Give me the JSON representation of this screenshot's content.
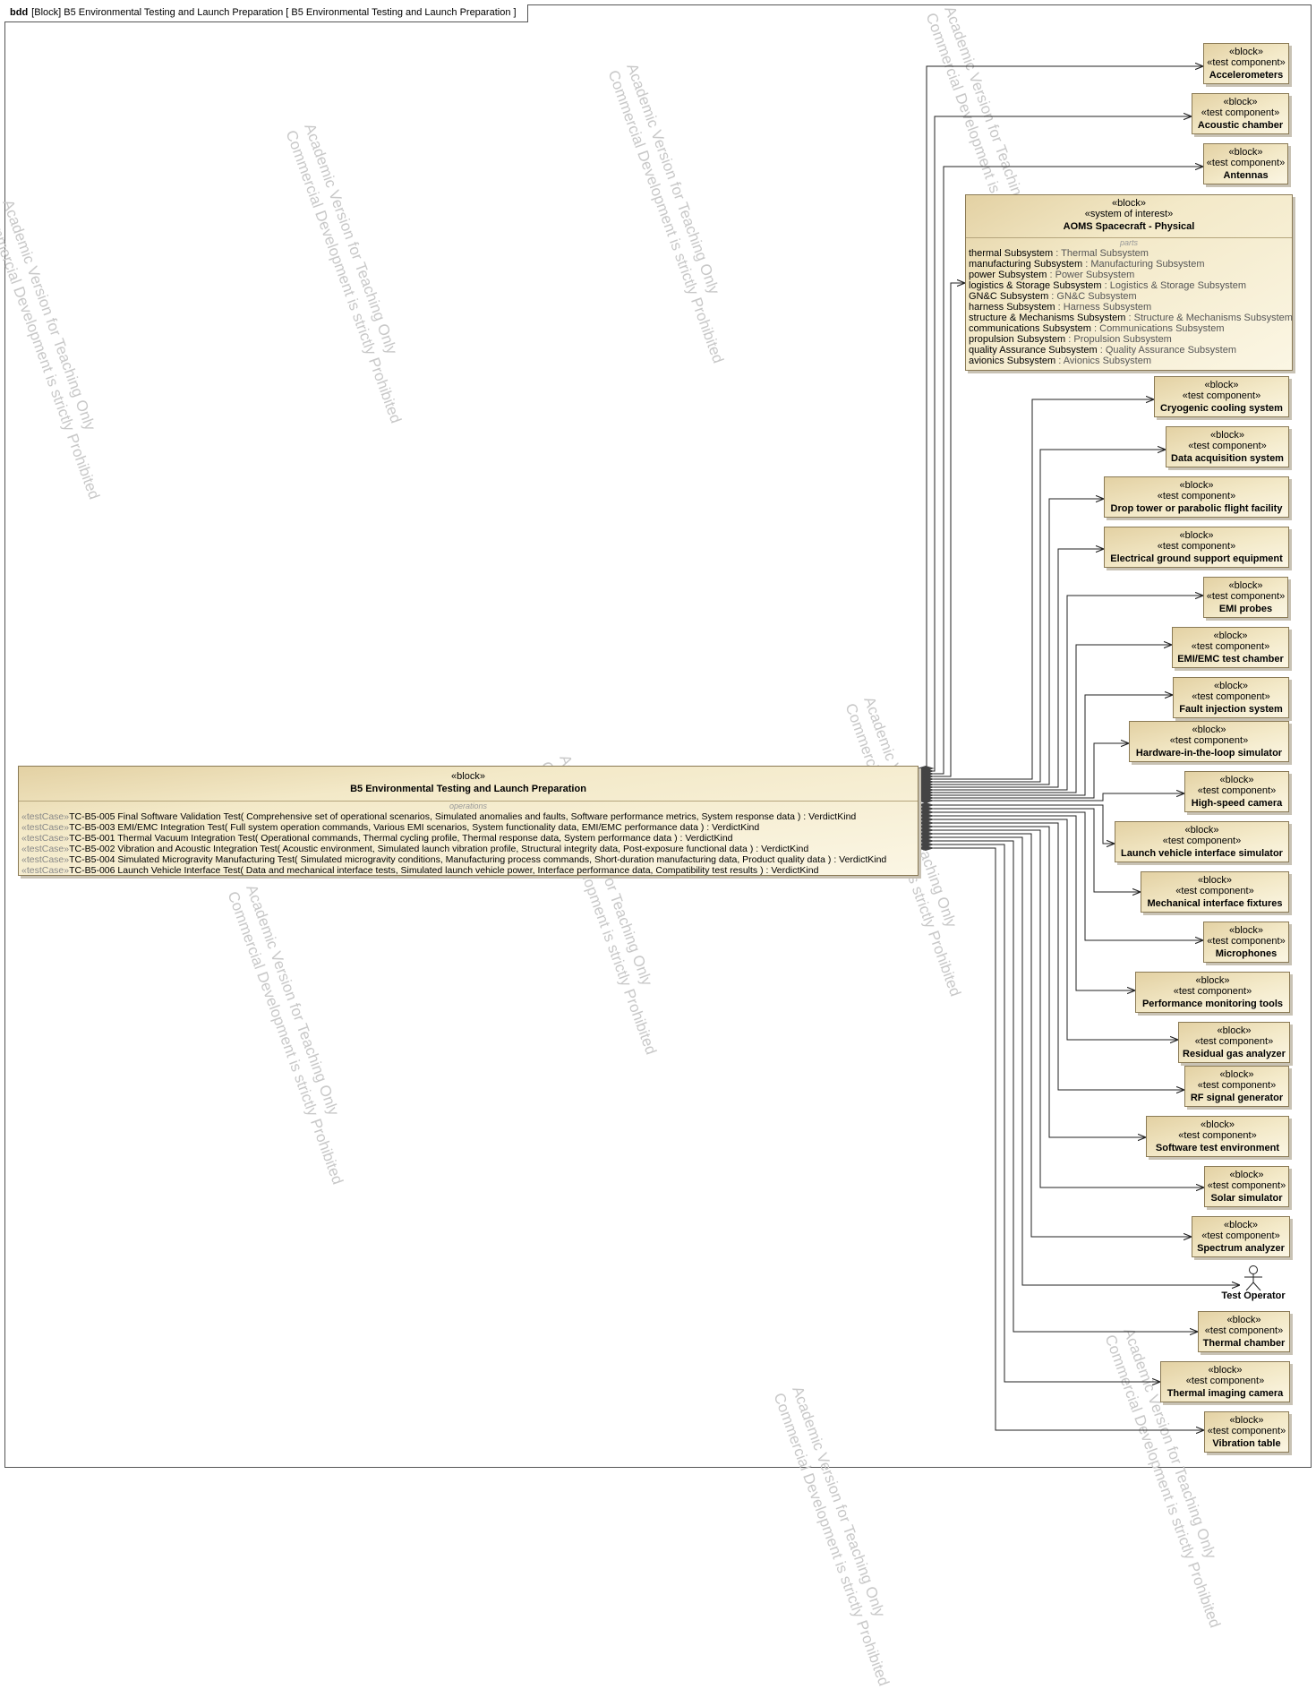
{
  "frame": {
    "kind": "bdd",
    "title": "[Block] B5 Environmental Testing and Launch Preparation [ B5 Environmental Testing and Launch Preparation ]"
  },
  "watermark": {
    "line1": "Academic Version for Teaching Only",
    "line2": "Commercial Development is strictly Prohibited"
  },
  "main_block": {
    "stereotype": "«block»",
    "name": "B5 Environmental Testing and Launch Preparation",
    "section_label": "operations",
    "operations": [
      {
        "keyword": "«testCase»",
        "text": "TC-B5-005 Final Software Validation Test( Comprehensive set of operational scenarios, Simulated anomalies and faults, Software performance metrics, System response data ) : VerdictKind"
      },
      {
        "keyword": "«testCase»",
        "text": "TC-B5-003 EMI/EMC Integration Test( Full system operation commands, Various EMI scenarios, System functionality data, EMI/EMC performance data ) : VerdictKind"
      },
      {
        "keyword": "«testCase»",
        "text": "TC-B5-001 Thermal Vacuum Integration Test( Operational commands, Thermal cycling profile, Thermal response data, System performance data ) : VerdictKind"
      },
      {
        "keyword": "«testCase»",
        "text": "TC-B5-002 Vibration and Acoustic Integration Test( Acoustic environment, Simulated launch vibration profile, Structural integrity data, Post-exposure functional data ) : VerdictKind"
      },
      {
        "keyword": "«testCase»",
        "text": "TC-B5-004 Simulated Microgravity Manufacturing Test( Simulated microgravity conditions, Manufacturing process commands, Short-duration manufacturing data, Product quality data ) : VerdictKind"
      },
      {
        "keyword": "«testCase»",
        "text": "TC-B5-006 Launch Vehicle Interface Test( Data and mechanical interface tests, Simulated launch vehicle power, Interface performance data, Compatibility test results ) : VerdictKind"
      }
    ]
  },
  "system_of_interest": {
    "stereotype1": "«block»",
    "stereotype2": "«system of interest»",
    "name": "AOMS Spacecraft - Physical",
    "section_label": "parts",
    "parts": [
      {
        "name": "thermal Subsystem",
        "type": " : Thermal Subsystem"
      },
      {
        "name": "manufacturing Subsystem",
        "type": " : Manufacturing Subsystem"
      },
      {
        "name": "power Subsystem",
        "type": " : Power Subsystem"
      },
      {
        "name": "logistics & Storage Subsystem",
        "type": " : Logistics & Storage Subsystem"
      },
      {
        "name": "GN&C Subsystem",
        "type": " : GN&C Subsystem"
      },
      {
        "name": "harness Subsystem",
        "type": " : Harness Subsystem"
      },
      {
        "name": "structure & Mechanisms Subsystem",
        "type": " : Structure & Mechanisms Subsystem"
      },
      {
        "name": "communications Subsystem",
        "type": " : Communications Subsystem"
      },
      {
        "name": "propulsion Subsystem",
        "type": " : Propulsion Subsystem"
      },
      {
        "name": "quality Assurance Subsystem",
        "type": " : Quality Assurance Subsystem"
      },
      {
        "name": "avionics Subsystem",
        "type": " : Avionics Subsystem"
      }
    ]
  },
  "components": [
    {
      "st1": "«block»",
      "st2": "«test component»",
      "name": "Accelerometers"
    },
    {
      "st1": "«block»",
      "st2": "«test component»",
      "name": "Acoustic chamber"
    },
    {
      "st1": "«block»",
      "st2": "«test component»",
      "name": "Antennas"
    },
    {
      "st1": "«block»",
      "st2": "«test component»",
      "name": "Cryogenic cooling system"
    },
    {
      "st1": "«block»",
      "st2": "«test component»",
      "name": "Data acquisition system"
    },
    {
      "st1": "«block»",
      "st2": "«test component»",
      "name": "Drop tower or parabolic flight facility"
    },
    {
      "st1": "«block»",
      "st2": "«test component»",
      "name": "Electrical ground support equipment"
    },
    {
      "st1": "«block»",
      "st2": "«test component»",
      "name": "EMI probes"
    },
    {
      "st1": "«block»",
      "st2": "«test component»",
      "name": "EMI/EMC test chamber"
    },
    {
      "st1": "«block»",
      "st2": "«test component»",
      "name": "Fault injection system"
    },
    {
      "st1": "«block»",
      "st2": "«test component»",
      "name": "Hardware-in-the-loop simulator"
    },
    {
      "st1": "«block»",
      "st2": "«test component»",
      "name": "High-speed camera"
    },
    {
      "st1": "«block»",
      "st2": "«test component»",
      "name": "Launch vehicle interface simulator"
    },
    {
      "st1": "«block»",
      "st2": "«test component»",
      "name": "Mechanical interface fixtures"
    },
    {
      "st1": "«block»",
      "st2": "«test component»",
      "name": "Microphones"
    },
    {
      "st1": "«block»",
      "st2": "«test component»",
      "name": "Performance monitoring tools"
    },
    {
      "st1": "«block»",
      "st2": "«test component»",
      "name": "Residual gas analyzer"
    },
    {
      "st1": "«block»",
      "st2": "«test component»",
      "name": "RF signal generator"
    },
    {
      "st1": "«block»",
      "st2": "«test component»",
      "name": "Software test environment"
    },
    {
      "st1": "«block»",
      "st2": "«test component»",
      "name": "Solar simulator"
    },
    {
      "st1": "«block»",
      "st2": "«test component»",
      "name": "Spectrum analyzer"
    },
    {
      "st1": "«block»",
      "st2": "«test component»",
      "name": "Thermal chamber"
    },
    {
      "st1": "«block»",
      "st2": "«test component»",
      "name": "Thermal imaging camera"
    },
    {
      "st1": "«block»",
      "st2": "«test component»",
      "name": "Vibration table"
    }
  ],
  "actor": {
    "name": "Test Operator"
  }
}
